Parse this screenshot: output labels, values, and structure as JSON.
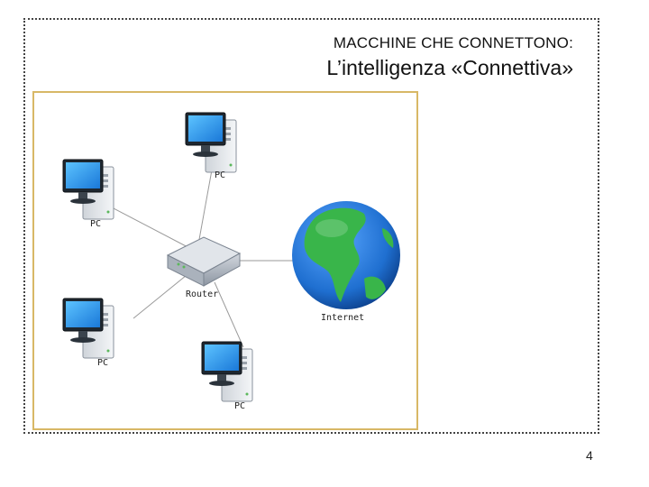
{
  "slide": {
    "subtitle": "MACCHINE CHE CONNETTONO:",
    "title": "L’intelligenza «Connettiva»",
    "page_number": "4"
  },
  "diagram": {
    "nodes": [
      {
        "id": "pc-top",
        "label": "PC",
        "icon": "desktop-computer-icon"
      },
      {
        "id": "pc-left",
        "label": "PC",
        "icon": "desktop-computer-icon"
      },
      {
        "id": "router",
        "label": "Router",
        "icon": "router-icon"
      },
      {
        "id": "internet",
        "label": "Internet",
        "icon": "globe-icon"
      },
      {
        "id": "pc-bottom-left",
        "label": "PC",
        "icon": "desktop-computer-icon"
      },
      {
        "id": "pc-bottom",
        "label": "PC",
        "icon": "desktop-computer-icon"
      }
    ],
    "edges": [
      [
        "router",
        "pc-top"
      ],
      [
        "router",
        "pc-left"
      ],
      [
        "router",
        "internet"
      ],
      [
        "router",
        "pc-bottom-left"
      ],
      [
        "router",
        "pc-bottom"
      ]
    ],
    "colors": {
      "border": "#d8b866",
      "ocean": "#1f6fd0",
      "land": "#39b54a",
      "screen": "#3aa0f0"
    }
  }
}
